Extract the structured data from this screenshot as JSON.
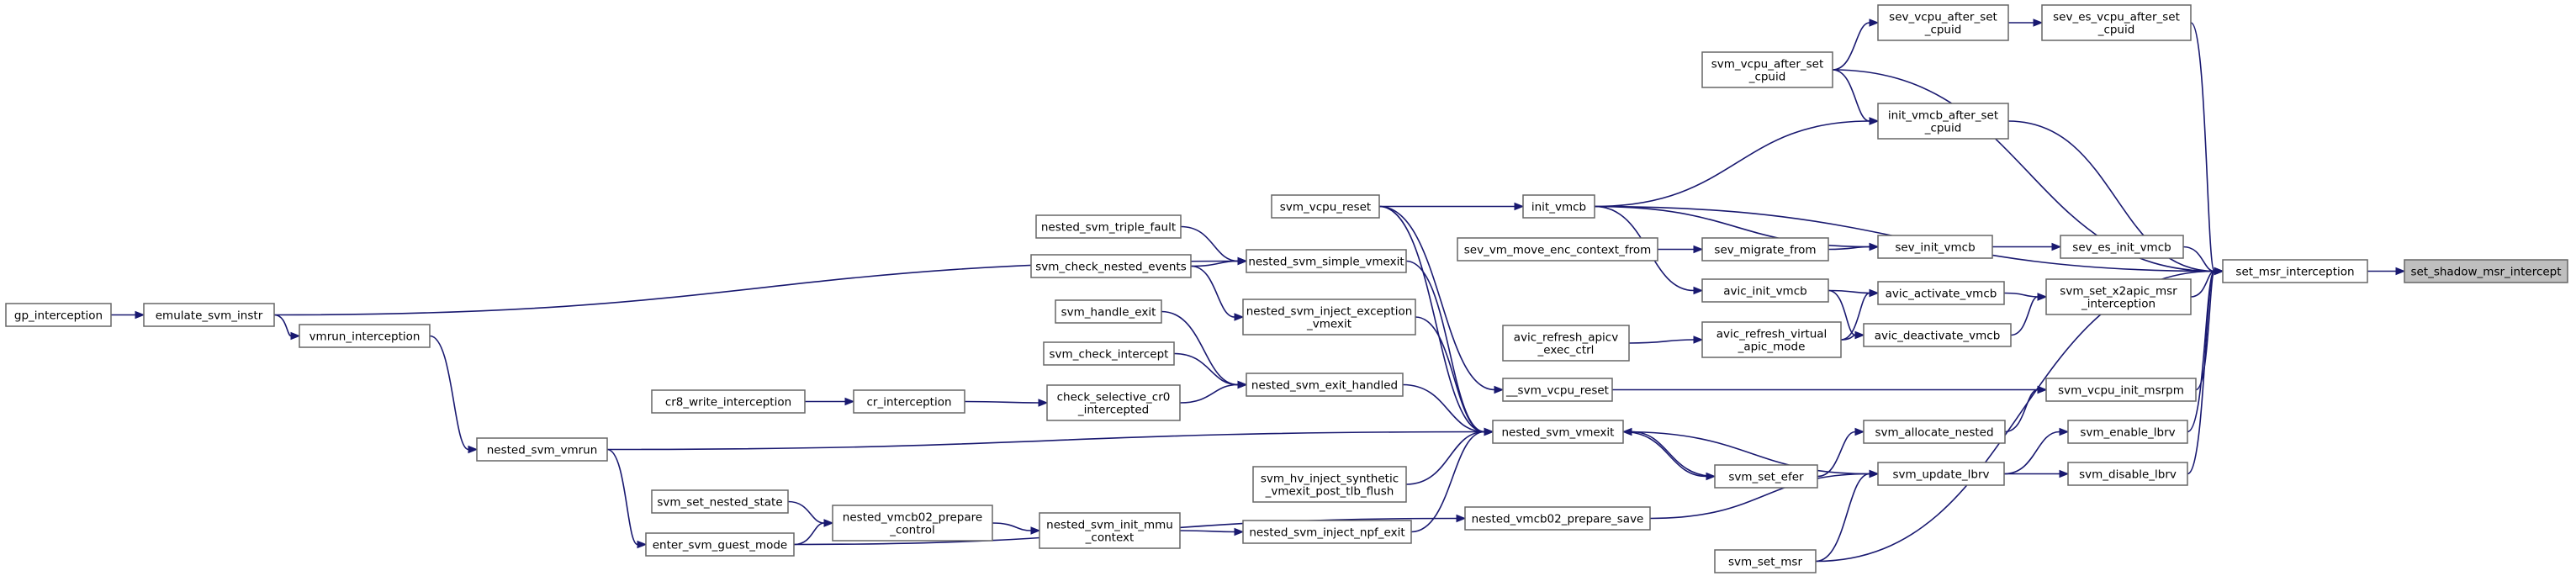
{
  "graph": {
    "title": "",
    "nodes": [
      {
        "id": "set_shadow_msr_intercept",
        "lines": [
          "set_shadow_msr_intercept"
        ],
        "focus": true
      },
      {
        "id": "set_msr_interception",
        "lines": [
          "set_msr_interception"
        ]
      },
      {
        "id": "sev_es_vcpu_after_set_cpuid",
        "lines": [
          "sev_es_vcpu_after_set",
          "_cpuid"
        ]
      },
      {
        "id": "sev_vcpu_after_set_cpuid",
        "lines": [
          "sev_vcpu_after_set",
          "_cpuid"
        ]
      },
      {
        "id": "svm_vcpu_after_set_cpuid",
        "lines": [
          "svm_vcpu_after_set",
          "_cpuid"
        ]
      },
      {
        "id": "init_vmcb_after_set_cpuid",
        "lines": [
          "init_vmcb_after_set",
          "_cpuid"
        ]
      },
      {
        "id": "init_vmcb",
        "lines": [
          "init_vmcb"
        ]
      },
      {
        "id": "svm_vcpu_reset",
        "lines": [
          "svm_vcpu_reset"
        ]
      },
      {
        "id": "sev_init_vmcb",
        "lines": [
          "sev_init_vmcb"
        ]
      },
      {
        "id": "sev_es_init_vmcb",
        "lines": [
          "sev_es_init_vmcb"
        ]
      },
      {
        "id": "sev_migrate_from",
        "lines": [
          "sev_migrate_from"
        ]
      },
      {
        "id": "sev_vm_move_enc_context_from",
        "lines": [
          "sev_vm_move_enc_context_from"
        ]
      },
      {
        "id": "avic_init_vmcb",
        "lines": [
          "avic_init_vmcb"
        ]
      },
      {
        "id": "avic_activate_vmcb",
        "lines": [
          "avic_activate_vmcb"
        ]
      },
      {
        "id": "avic_deactivate_vmcb",
        "lines": [
          "avic_deactivate_vmcb"
        ]
      },
      {
        "id": "svm_set_x2apic_msr_interception",
        "lines": [
          "svm_set_x2apic_msr",
          "_interception"
        ]
      },
      {
        "id": "avic_refresh_virtual_apic_mode",
        "lines": [
          "avic_refresh_virtual",
          "_apic_mode"
        ]
      },
      {
        "id": "avic_refresh_apicv_exec_ctrl",
        "lines": [
          "avic_refresh_apicv",
          "_exec_ctrl"
        ]
      },
      {
        "id": "svm_vcpu_init_msrpm",
        "lines": [
          "svm_vcpu_init_msrpm"
        ]
      },
      {
        "id": "__svm_vcpu_reset",
        "lines": [
          "__svm_vcpu_reset"
        ]
      },
      {
        "id": "svm_allocate_nested",
        "lines": [
          "svm_allocate_nested"
        ]
      },
      {
        "id": "svm_enable_lbrv",
        "lines": [
          "svm_enable_lbrv"
        ]
      },
      {
        "id": "svm_disable_lbrv",
        "lines": [
          "svm_disable_lbrv"
        ]
      },
      {
        "id": "svm_update_lbrv",
        "lines": [
          "svm_update_lbrv"
        ]
      },
      {
        "id": "svm_set_efer",
        "lines": [
          "svm_set_efer"
        ]
      },
      {
        "id": "svm_set_msr",
        "lines": [
          "svm_set_msr"
        ]
      },
      {
        "id": "nested_vmcb02_prepare_save",
        "lines": [
          "nested_vmcb02_prepare_save"
        ]
      },
      {
        "id": "nested_svm_vmexit",
        "lines": [
          "nested_svm_vmexit"
        ]
      },
      {
        "id": "nested_svm_simple_vmexit",
        "lines": [
          "nested_svm_simple_vmexit"
        ]
      },
      {
        "id": "nested_svm_inject_exception_vmexit",
        "lines": [
          "nested_svm_inject_exception",
          "_vmexit"
        ]
      },
      {
        "id": "nested_svm_exit_handled",
        "lines": [
          "nested_svm_exit_handled"
        ]
      },
      {
        "id": "svm_hv_inject_synthetic_vmexit_post_tlb_flush",
        "lines": [
          "svm_hv_inject_synthetic",
          "_vmexit_post_tlb_flush"
        ]
      },
      {
        "id": "nested_svm_inject_npf_exit",
        "lines": [
          "nested_svm_inject_npf_exit"
        ]
      },
      {
        "id": "nested_svm_triple_fault",
        "lines": [
          "nested_svm_triple_fault"
        ]
      },
      {
        "id": "svm_check_nested_events",
        "lines": [
          "svm_check_nested_events"
        ]
      },
      {
        "id": "svm_handle_exit",
        "lines": [
          "svm_handle_exit"
        ]
      },
      {
        "id": "svm_check_intercept",
        "lines": [
          "svm_check_intercept"
        ]
      },
      {
        "id": "check_selective_cr0_intercepted",
        "lines": [
          "check_selective_cr0",
          "_intercepted"
        ]
      },
      {
        "id": "cr_interception",
        "lines": [
          "cr_interception"
        ]
      },
      {
        "id": "cr8_write_interception",
        "lines": [
          "cr8_write_interception"
        ]
      },
      {
        "id": "nested_svm_init_mmu_context",
        "lines": [
          "nested_svm_init_mmu",
          "_context"
        ]
      },
      {
        "id": "nested_vmcb02_prepare_control",
        "lines": [
          "nested_vmcb02_prepare",
          "_control"
        ]
      },
      {
        "id": "svm_set_nested_state",
        "lines": [
          "svm_set_nested_state"
        ]
      },
      {
        "id": "enter_svm_guest_mode",
        "lines": [
          "enter_svm_guest_mode"
        ]
      },
      {
        "id": "nested_svm_vmrun",
        "lines": [
          "nested_svm_vmrun"
        ]
      },
      {
        "id": "vmrun_interception",
        "lines": [
          "vmrun_interception"
        ]
      },
      {
        "id": "emulate_svm_instr",
        "lines": [
          "emulate_svm_instr"
        ]
      },
      {
        "id": "gp_interception",
        "lines": [
          "gp_interception"
        ]
      }
    ],
    "edges": [
      [
        "set_msr_interception",
        "set_shadow_msr_intercept"
      ],
      [
        "sev_es_vcpu_after_set_cpuid",
        "set_msr_interception"
      ],
      [
        "sev_vcpu_after_set_cpuid",
        "sev_es_vcpu_after_set_cpuid"
      ],
      [
        "svm_vcpu_after_set_cpuid",
        "sev_vcpu_after_set_cpuid"
      ],
      [
        "svm_vcpu_after_set_cpuid",
        "set_msr_interception"
      ],
      [
        "svm_vcpu_after_set_cpuid",
        "init_vmcb_after_set_cpuid"
      ],
      [
        "init_vmcb_after_set_cpuid",
        "set_msr_interception"
      ],
      [
        "init_vmcb",
        "init_vmcb_after_set_cpuid"
      ],
      [
        "init_vmcb",
        "set_msr_interception"
      ],
      [
        "init_vmcb",
        "sev_init_vmcb"
      ],
      [
        "init_vmcb",
        "avic_init_vmcb"
      ],
      [
        "svm_vcpu_reset",
        "init_vmcb"
      ],
      [
        "sev_init_vmcb",
        "sev_es_init_vmcb"
      ],
      [
        "sev_es_init_vmcb",
        "set_msr_interception"
      ],
      [
        "sev_migrate_from",
        "sev_init_vmcb"
      ],
      [
        "sev_vm_move_enc_context_from",
        "sev_migrate_from"
      ],
      [
        "avic_init_vmcb",
        "avic_activate_vmcb"
      ],
      [
        "avic_init_vmcb",
        "avic_deactivate_vmcb"
      ],
      [
        "avic_activate_vmcb",
        "svm_set_x2apic_msr_interception"
      ],
      [
        "avic_deactivate_vmcb",
        "svm_set_x2apic_msr_interception"
      ],
      [
        "svm_set_x2apic_msr_interception",
        "set_msr_interception"
      ],
      [
        "avic_refresh_virtual_apic_mode",
        "avic_activate_vmcb"
      ],
      [
        "avic_refresh_virtual_apic_mode",
        "avic_deactivate_vmcb"
      ],
      [
        "avic_refresh_apicv_exec_ctrl",
        "avic_refresh_virtual_apic_mode"
      ],
      [
        "svm_vcpu_init_msrpm",
        "set_msr_interception"
      ],
      [
        "__svm_vcpu_reset",
        "svm_vcpu_init_msrpm"
      ],
      [
        "svm_vcpu_reset",
        "__svm_vcpu_reset"
      ],
      [
        "svm_allocate_nested",
        "svm_vcpu_init_msrpm"
      ],
      [
        "svm_set_efer",
        "svm_allocate_nested"
      ],
      [
        "svm_enable_lbrv",
        "set_msr_interception"
      ],
      [
        "svm_disable_lbrv",
        "set_msr_interception"
      ],
      [
        "svm_update_lbrv",
        "svm_enable_lbrv"
      ],
      [
        "svm_update_lbrv",
        "svm_disable_lbrv"
      ],
      [
        "svm_set_msr",
        "svm_update_lbrv"
      ],
      [
        "svm_set_msr",
        "set_msr_interception"
      ],
      [
        "nested_vmcb02_prepare_save",
        "svm_update_lbrv"
      ],
      [
        "nested_svm_vmexit",
        "svm_update_lbrv"
      ],
      [
        "nested_svm_vmexit",
        "svm_set_efer"
      ],
      [
        "svm_set_efer",
        "nested_svm_vmexit"
      ],
      [
        "nested_svm_simple_vmexit",
        "nested_svm_vmexit"
      ],
      [
        "nested_svm_inject_exception_vmexit",
        "nested_svm_vmexit"
      ],
      [
        "nested_svm_exit_handled",
        "nested_svm_vmexit"
      ],
      [
        "svm_hv_inject_synthetic_vmexit_post_tlb_flush",
        "nested_svm_vmexit"
      ],
      [
        "nested_svm_inject_npf_exit",
        "nested_svm_vmexit"
      ],
      [
        "svm_vcpu_reset",
        "nested_svm_vmexit"
      ],
      [
        "nested_svm_triple_fault",
        "nested_svm_simple_vmexit"
      ],
      [
        "svm_check_nested_events",
        "nested_svm_simple_vmexit"
      ],
      [
        "svm_check_nested_events",
        "nested_svm_inject_exception_vmexit"
      ],
      [
        "svm_handle_exit",
        "nested_svm_exit_handled"
      ],
      [
        "svm_check_intercept",
        "nested_svm_exit_handled"
      ],
      [
        "check_selective_cr0_intercepted",
        "nested_svm_exit_handled"
      ],
      [
        "cr_interception",
        "check_selective_cr0_intercepted"
      ],
      [
        "cr8_write_interception",
        "cr_interception"
      ],
      [
        "nested_svm_init_mmu_context",
        "nested_svm_inject_npf_exit"
      ],
      [
        "nested_vmcb02_prepare_control",
        "nested_svm_init_mmu_context"
      ],
      [
        "svm_set_nested_state",
        "nested_vmcb02_prepare_control"
      ],
      [
        "enter_svm_guest_mode",
        "nested_vmcb02_prepare_control"
      ],
      [
        "enter_svm_guest_mode",
        "nested_vmcb02_prepare_save"
      ],
      [
        "nested_svm_vmrun",
        "enter_svm_guest_mode"
      ],
      [
        "nested_svm_vmrun",
        "nested_svm_vmexit"
      ],
      [
        "vmrun_interception",
        "nested_svm_vmrun"
      ],
      [
        "emulate_svm_instr",
        "vmrun_interception"
      ],
      [
        "emulate_svm_instr",
        "nested_svm_simple_vmexit"
      ],
      [
        "gp_interception",
        "emulate_svm_instr"
      ]
    ]
  }
}
